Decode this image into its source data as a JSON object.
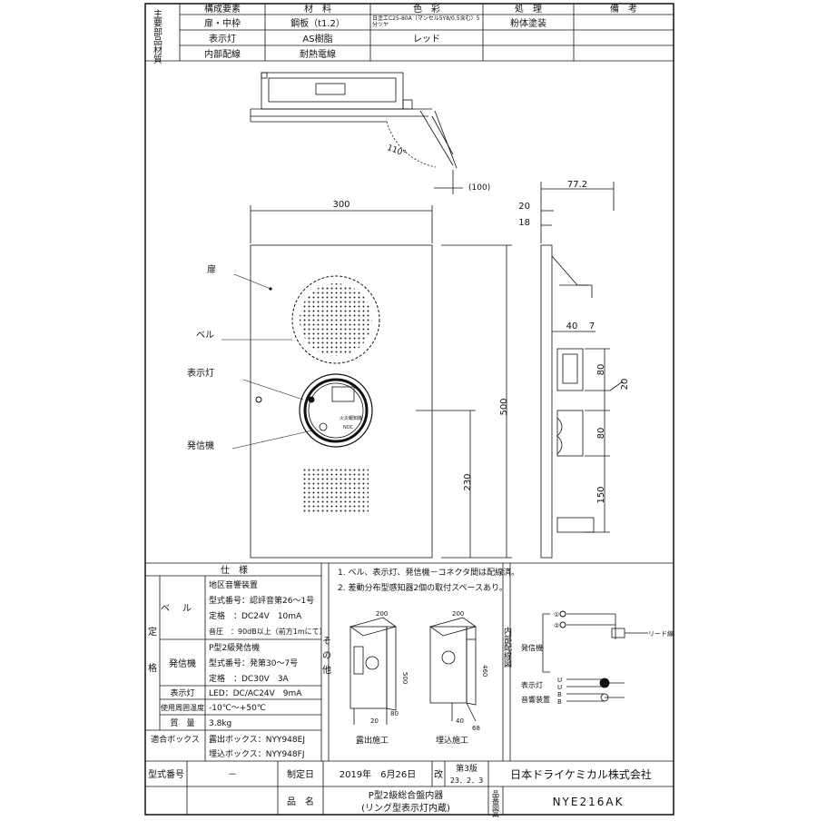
{
  "materials": {
    "side_label": "主要部品材質",
    "headers": [
      "構成要素",
      "材　料",
      "色　彩",
      "処　理",
      "備　考"
    ],
    "rows": [
      {
        "element": "扉・中枠",
        "material": "鋼板（t1.2）",
        "color": "日塗工C25-80A（マンセル5Y8/0.5含む）5分ツヤ",
        "treatment": "粉体塗装",
        "note": ""
      },
      {
        "element": "表示灯",
        "material": "AS樹脂",
        "color": "レッド",
        "treatment": "",
        "note": ""
      },
      {
        "element": "内部配線",
        "material": "耐熱電線",
        "color": "",
        "treatment": "",
        "note": ""
      }
    ]
  },
  "drawing": {
    "angle": "110°",
    "dim_100": "(100)",
    "width": "300",
    "height": "500",
    "dim_230": "230",
    "depth": "77.2",
    "dim_20": "20",
    "dim_18": "18",
    "dim_40": "40",
    "dim_7": "7",
    "dim_80a": "80",
    "dim_20b": "20",
    "dim_80b": "80",
    "dim_150": "150",
    "label_door": "扉",
    "label_bell": "ベル",
    "label_lamp": "表示灯",
    "label_transmitter": "発信機",
    "transmitter_text1": "火災報知機",
    "transmitter_text2": "NOC"
  },
  "spec": {
    "header": "仕　様",
    "side_label": "定格",
    "groups": [
      {
        "name": "ベル",
        "lines": [
          "地区音響装置",
          "型式番号：認評音第26～1号",
          "定格　：DC24V　10mA",
          "音圧　：90dB以上（前方1mにて）"
        ]
      },
      {
        "name": "発信機",
        "lines": [
          "P型2級発信機",
          "型式番号：発第30～7号",
          "定格　：DC30V　3A"
        ]
      }
    ],
    "rows": [
      {
        "label": "表示灯",
        "value": "LED：DC/AC24V　9mA"
      },
      {
        "label": "使用周囲温度",
        "value": "-10℃～+50℃"
      },
      {
        "label": "質　量",
        "value": "3.8kg"
      }
    ],
    "box_label": "適合ボックス",
    "boxes": [
      "露出ボックス：NYY948EJ",
      "埋込ボックス：NYY948FJ"
    ]
  },
  "other": {
    "side_label": "その他",
    "notes": [
      "1. ベル、表示灯、発信機－コネクタ間は配線済。",
      "2. 差動分布型感知器2個の取付スペースあり。"
    ],
    "exposed": {
      "caption": "露出施工",
      "dims": [
        "200",
        "500",
        "20",
        "80"
      ]
    },
    "embedded": {
      "caption": "埋込施工",
      "dims": [
        "200",
        "460",
        "40",
        "68"
      ]
    }
  },
  "wiring": {
    "side_label": "内部配線図",
    "transmitter": "発信機",
    "lamp": "表示灯",
    "bell": "音響装置",
    "lead": "リード線",
    "terminals_top": [
      "①",
      "②"
    ],
    "terminals_bottom": [
      "U",
      "U",
      "B",
      "B"
    ]
  },
  "title_block": {
    "model_label": "型式番号",
    "model_value": "－",
    "date_label": "制定日",
    "date_value": "2019年　6月26日",
    "rev_label": "改",
    "rev_value": "第3版",
    "rev_date": "23．2．3",
    "company": "日本ドライケミカル株式会社",
    "product_label": "品　名",
    "product_line1": "P型2級総合盤内器",
    "product_line2": "(リング型表示灯内蔵)",
    "drawing_label": "品番図番",
    "drawing_value": "NYE216AK"
  }
}
